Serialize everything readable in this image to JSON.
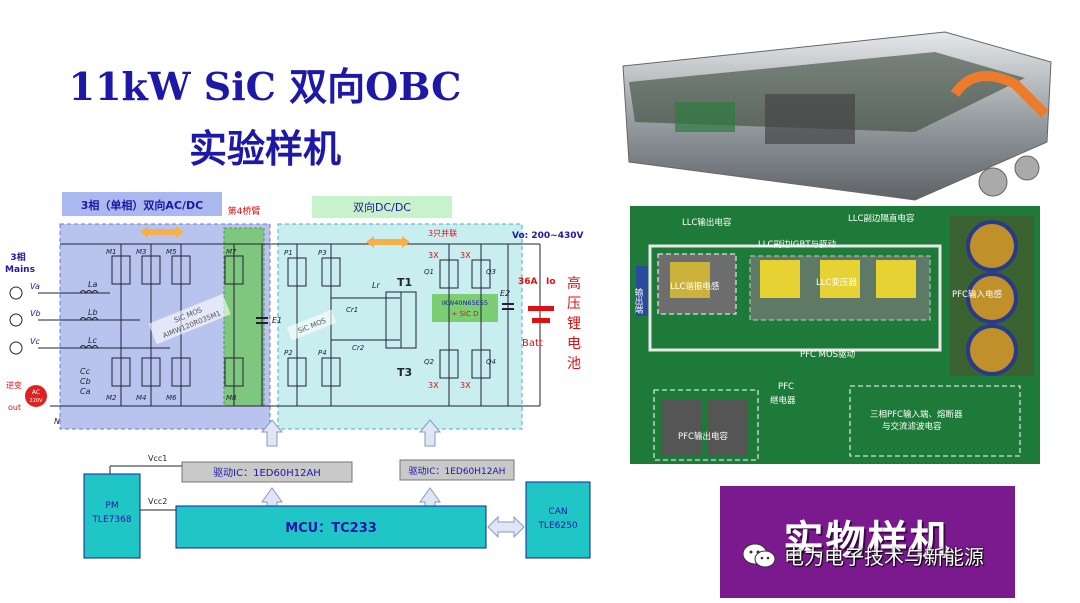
{
  "title": {
    "line1": "11kW SiC 双向OBC",
    "line2": "实验样机"
  },
  "circuit": {
    "ac_dc_label": "3相（单相）双向AC/DC",
    "dc_dc_label": "双向DC/DC",
    "fourth_leg": "第4桥臂",
    "mains_label": "3相",
    "mains_label2": "Mains",
    "va": "Va",
    "vb": "Vb",
    "vc": "Vc",
    "la": "La",
    "lb": "Lb",
    "lc": "Lc",
    "cc": "Cc",
    "cb": "Cb",
    "ca": "Ca",
    "n": "N",
    "inverse_out": "逆变",
    "inverse_out2": "out",
    "ac_source": "AC",
    "ac_volt": "220V",
    "sic_mos_1": "SiC MOS",
    "sic_mos_part": "AIMW120R035M1",
    "sic_mos_2": "SiC MOS",
    "e1": "E1",
    "e2": "E2",
    "lr": "Lr",
    "t1": "T1",
    "t3": "T3",
    "cr1": "Cr1",
    "cr2": "Cr2",
    "three_parallel": "3只并联",
    "igbt_part": "IKW40N65ES5",
    "plus_sic_d": "+ SiC D",
    "x3": "3X",
    "vo": "Vo: 200~430V",
    "io_current": "36A",
    "io": "Io",
    "batt": "Batt",
    "battery_label": [
      "高",
      "压",
      "锂",
      "电",
      "池"
    ],
    "switches_m": [
      "M1",
      "M3",
      "M5",
      "M7",
      "M2",
      "M4",
      "M6",
      "M8"
    ],
    "switches_p": [
      "P1",
      "P3",
      "P2",
      "P4"
    ],
    "switches_q": [
      "Q1",
      "Q3",
      "Q2",
      "Q4"
    ],
    "driver1": "驱动IC：1ED60H12AH",
    "driver2": "驱动IC：1ED60H12AH",
    "mcu": "MCU：TC233",
    "pm": "PM",
    "pm_part": "TLE7368",
    "can": "CAN",
    "can_part": "TLE6250",
    "vcc1": "Vcc1",
    "vcc2": "Vcc2"
  },
  "photo_labels": {
    "llc_out_cap": "LLC输出电容",
    "llc_side_cap": "LLC副边隔直电容",
    "llc_igbt": "LLC副边IGBT与驱动",
    "llc_res_ind": "LLC谐振电感",
    "llc_transformer": "LLC变压器",
    "pfc_in_ind": "PFC输入电感",
    "pfc_mos_drive": "PFC MOS驱动",
    "pfc_relay": "PFC",
    "pfc_relay2": "继电器",
    "pfc_out_cap": "PFC输出电容",
    "pfc_input_terminal": "三相PFC输入端、熔断器",
    "pfc_input_terminal2": "与交流滤波电容",
    "side_label": "输出端"
  },
  "banner": {
    "text": "实物样机"
  },
  "watermark": {
    "text": "电力电子技术与新能源"
  },
  "colors": {
    "title": "#1d18a6",
    "banner": "#7a1a8e",
    "ac_block": "#b8c4ee",
    "dc_block": "#c8eef0",
    "leg": "#6dc85a"
  }
}
